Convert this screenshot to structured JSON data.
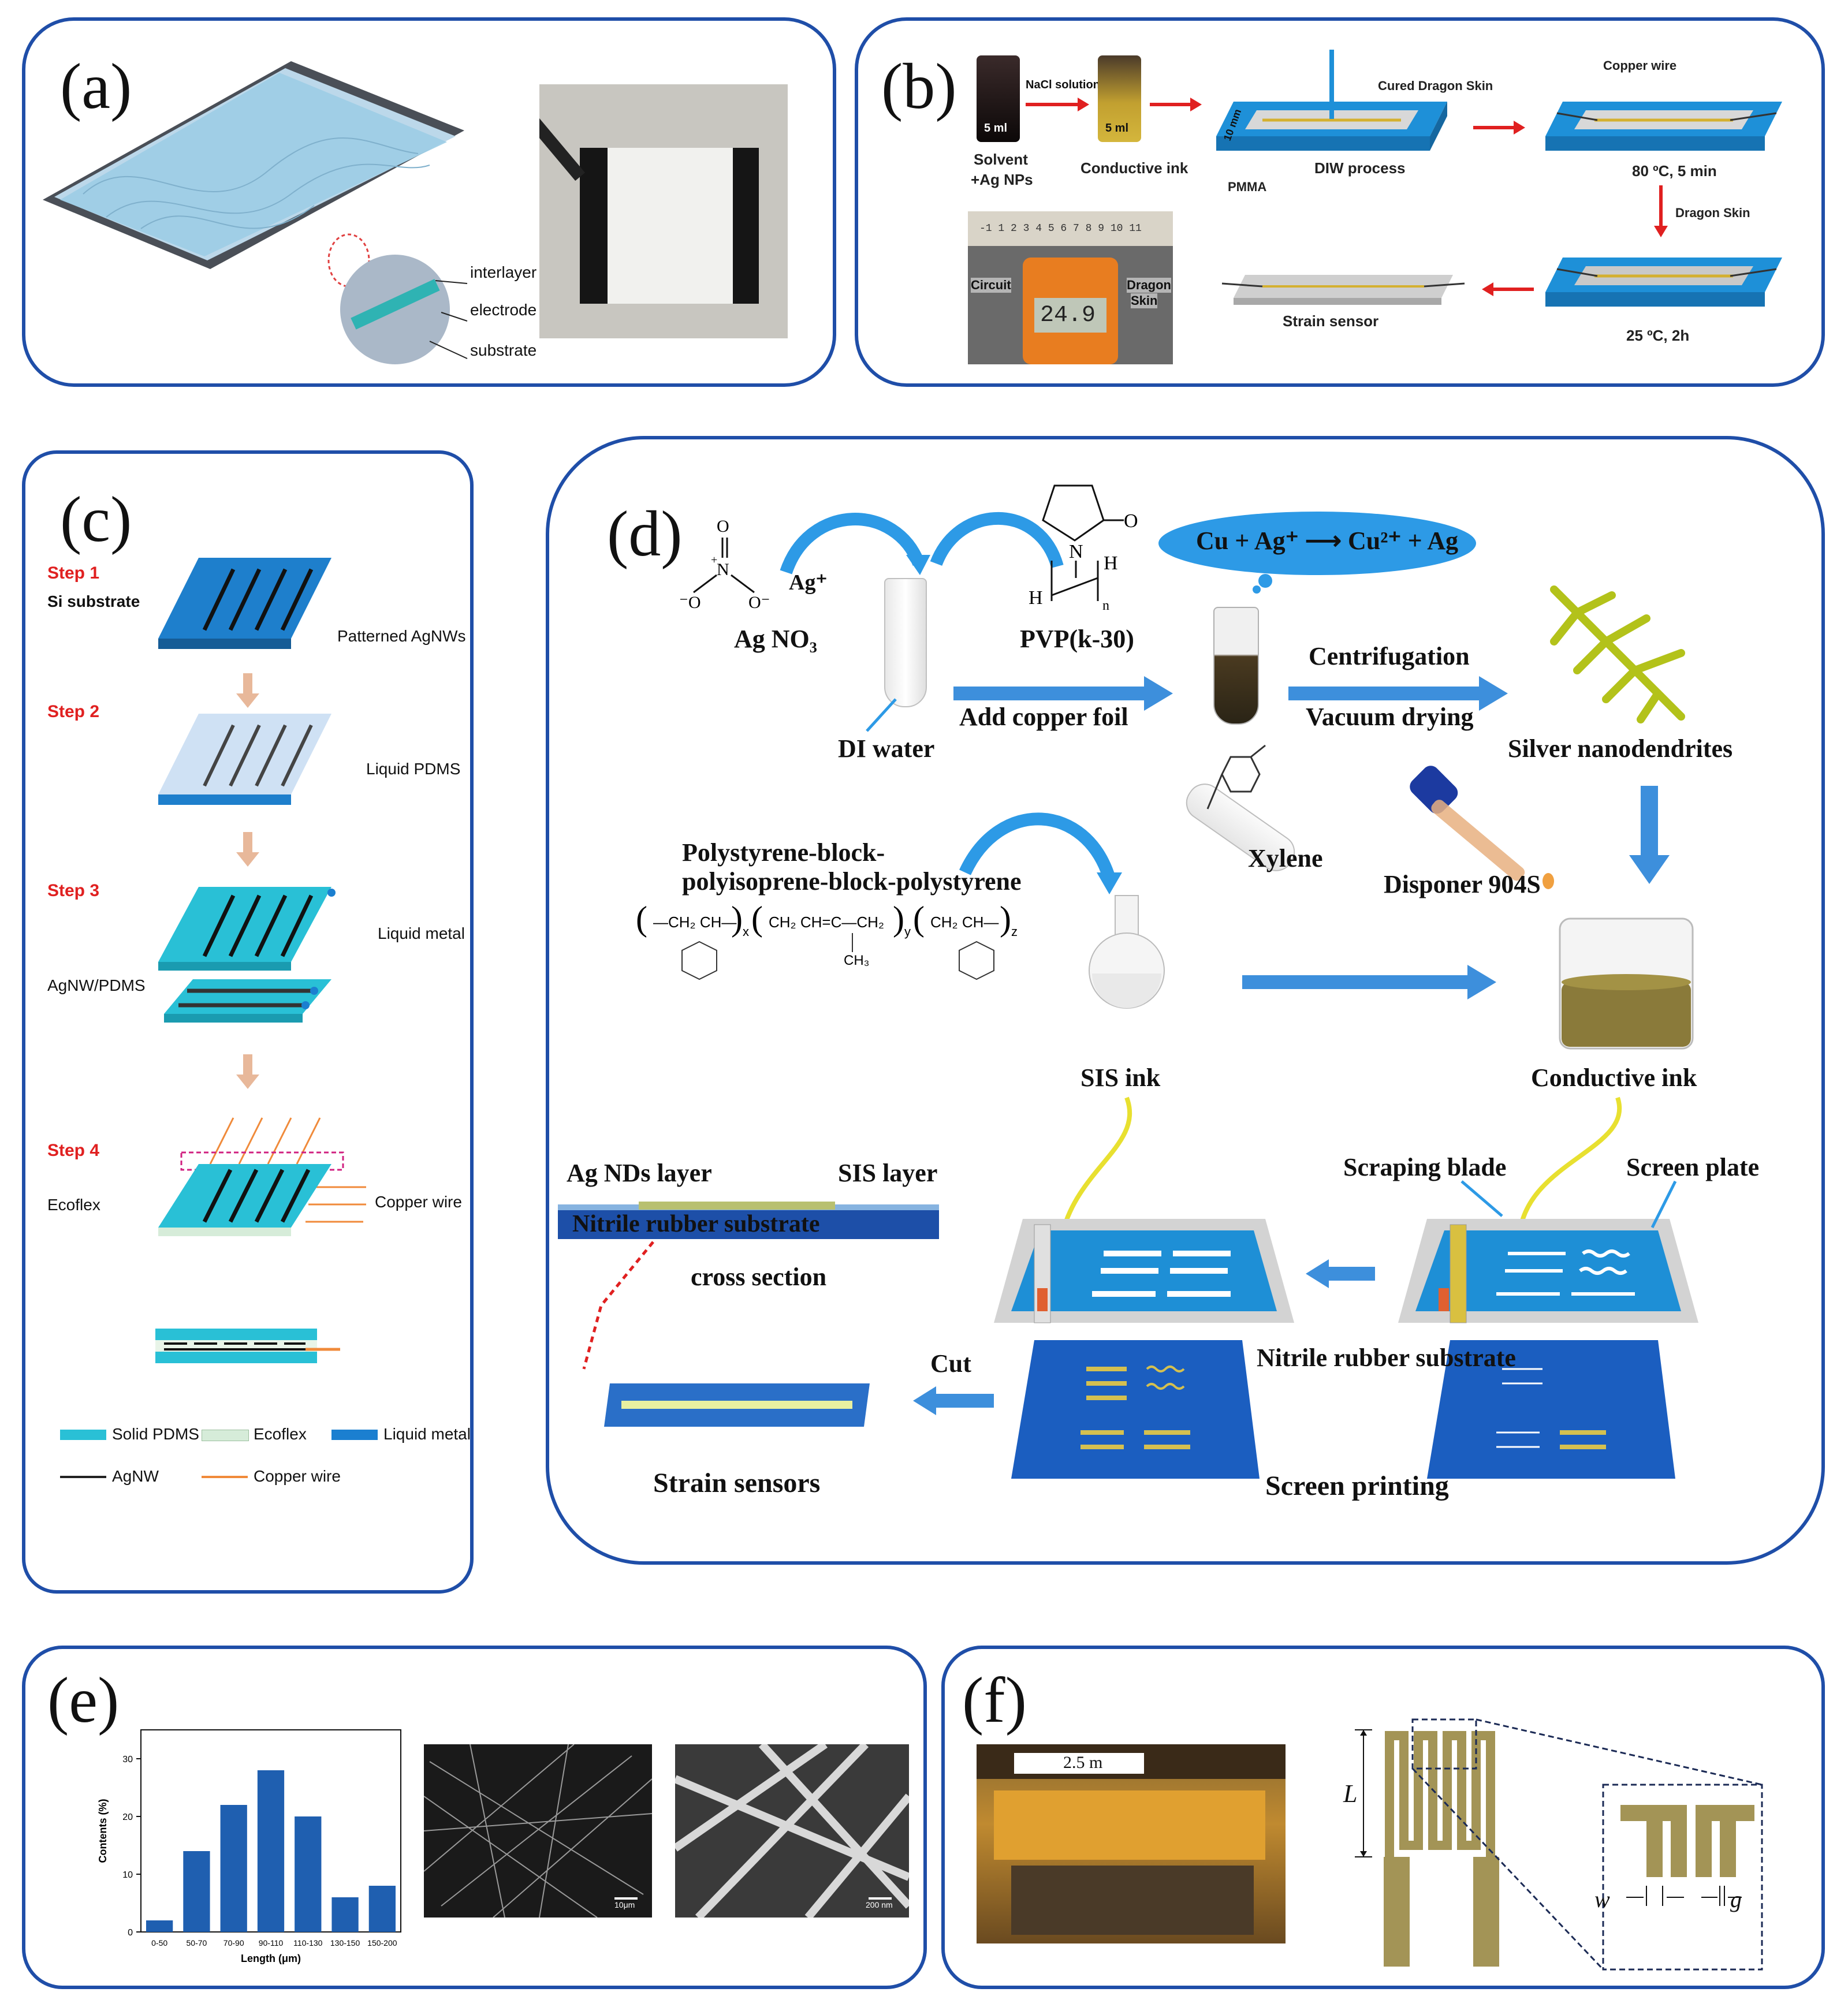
{
  "panels": {
    "a": {
      "label": "(a)",
      "callouts": [
        "interlayer",
        "electrode",
        "substrate"
      ]
    },
    "b": {
      "label": "(b)",
      "vial1_volume": "5 ml",
      "vial2_volume": "5 ml",
      "solvent": "Solvent",
      "solvent2": "+Ag NPs",
      "nacl": "NaCl solution",
      "conductive_ink": "Conductive ink",
      "cured": "Cured Dragon Skin",
      "width": "10 mm",
      "pmma": "PMMA",
      "diw": "DIW process",
      "copper_wire": "Copper wire",
      "step80": "80 ºC, 5 min",
      "dragon_skin": "Dragon Skin",
      "step25": "25 ºC, 2h",
      "strain_sensor": "Strain sensor",
      "circuit": "Circuit",
      "dragon_photo1": "Dragon",
      "dragon_photo2": "Skin",
      "meter": "24.9",
      "ruler": "-1  1  2  3  4  5  6  7  8  9 10 11"
    },
    "c": {
      "label": "(c)",
      "step1": "Step 1",
      "step2": "Step 2",
      "step3": "Step 3",
      "step4": "Step 4",
      "si_substrate": "Si substrate",
      "patterned": "Patterned AgNWs",
      "liquid_pdms": "Liquid PDMS",
      "liquid_metal": "Liquid metal",
      "agnw_pdms": "AgNW/PDMS",
      "ecoflex": "Ecoflex",
      "copper_wire": "Copper wire",
      "legend": {
        "solid_pdms": "Solid PDMS",
        "ecoflex": "Ecoflex",
        "liquid_metal": "Liquid metal",
        "agnw": "AgNW",
        "copper_wire": "Copper wire"
      },
      "colors": {
        "solid_pdms": "#29c0d6",
        "ecoflex": "#d6ecd9",
        "liquid_metal": "#1b7fd0",
        "agnw": "#222222",
        "copper": "#f08a3a"
      }
    },
    "d": {
      "label": "(d)",
      "reaction": "Cu + Ag⁺ ⟶ Cu²⁺ + Ag",
      "agno3": "Ag NO₃",
      "ag_plus": "Ag⁺",
      "pvp": "PVP(k-30)",
      "di_water": "DI water",
      "add_copper": "Add copper foil",
      "centrifugation": "Centrifugation",
      "vacuum": "Vacuum drying",
      "silver_nd": "Silver nanodendrites",
      "sis_name1": "Polystyrene-block-",
      "sis_name2": "polyisoprene-block-polystyrene",
      "xylene": "Xylene",
      "disponer": "Disponer 904S",
      "sis_ink": "SIS ink",
      "conductive_ink": "Conductive ink",
      "ag_layer": "Ag NDs layer",
      "sis_layer": "SIS layer",
      "nitrile_bar": "Nitrile rubber substrate",
      "cross_section": "cross section",
      "scraping": "Scraping blade",
      "screen_plate": "Screen plate",
      "nitrile": "Nitrile rubber substrate",
      "cut": "Cut",
      "strain_sensors": "Strain sensors",
      "screen_printing": "Screen printing"
    },
    "e": {
      "label": "(e)",
      "scale1": "10μm",
      "scale2": "200 nm"
    },
    "f": {
      "label": "(f)",
      "scale": "2.5 m",
      "L": "L",
      "w": "w",
      "g": "g"
    }
  },
  "chart_data": {
    "type": "bar",
    "categories": [
      "0-50",
      "50-70",
      "70-90",
      "90-110",
      "110-130",
      "130-150",
      "150-200"
    ],
    "values": [
      2,
      14,
      22,
      28,
      20,
      6,
      8
    ],
    "xlabel": "Length (μm)",
    "ylabel": "Contents (%)",
    "ylim": [
      0,
      35
    ],
    "yticks": [
      0,
      10,
      20,
      30
    ],
    "color": "#1f5fb0",
    "grid": false
  }
}
